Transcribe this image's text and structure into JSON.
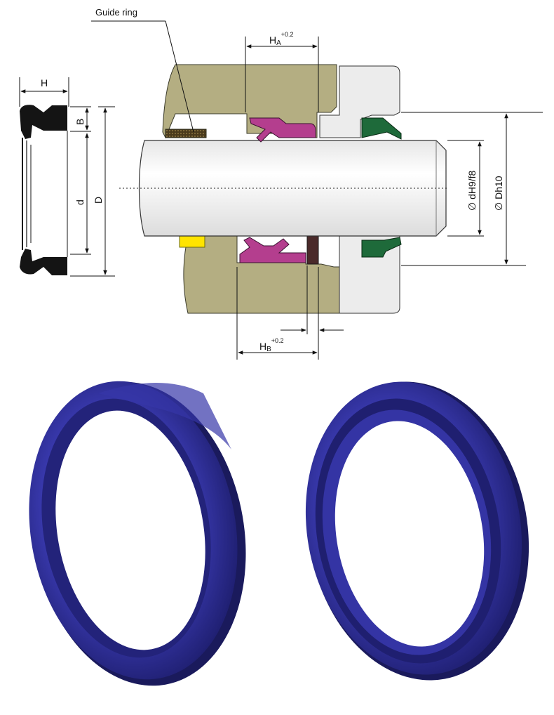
{
  "labels": {
    "guide_ring": "Guide ring",
    "H": "H",
    "B": "B",
    "d": "d",
    "D": "D",
    "HA_main": "H",
    "HA_sub": "A",
    "HA_sup": "+0.2",
    "HB_main": "H",
    "HB_sub": "B",
    "HB_sup": "+0.2",
    "dH9": "∅ dH9/f8",
    "Dh10": "∅ Dh10"
  },
  "colors": {
    "housing": "#b4ae82",
    "gland": "#ececec",
    "seal_magenta": "#b43e8e",
    "wiper_green": "#1e6a3a",
    "guide_ring": "#5a4a2a",
    "guide_yellow": "#ffe400",
    "rod": "#f2f2f2",
    "ring_blue": "#2a2a8c",
    "ring_blue_dark": "#1a1a5c",
    "profile_black": "#141414"
  }
}
